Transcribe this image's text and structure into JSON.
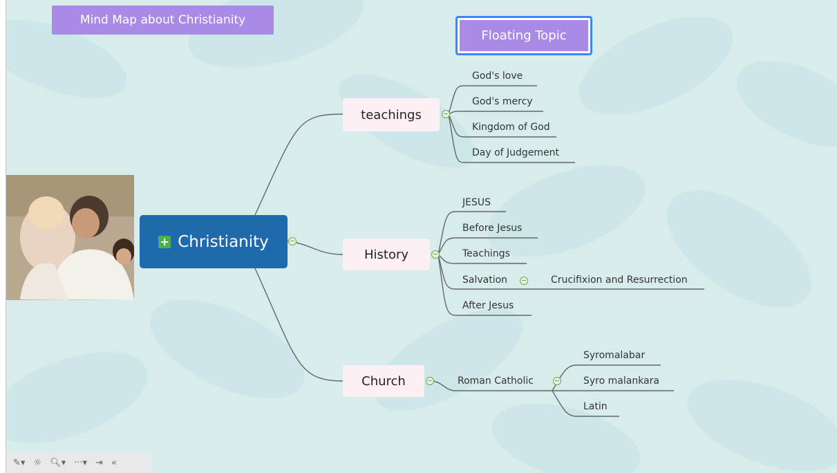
{
  "title": "Mind Map about Christianity",
  "floating_topic": "Floating Topic",
  "central": {
    "label": "Christianity",
    "expand_glyph": "+"
  },
  "topics": {
    "teachings": {
      "label": "teachings",
      "children": [
        "God's  love",
        "God's mercy",
        "Kingdom of God",
        "Day of Judgement"
      ]
    },
    "history": {
      "label": "History",
      "children": [
        "JESUS",
        "Before Jesus",
        "Teachings",
        "Salvation",
        "After Jesus"
      ],
      "salvation_child": "Crucifixion and Resurrection"
    },
    "church": {
      "label": "Church",
      "child": "Roman Catholic",
      "grandchildren": [
        "Syromalabar",
        "Syro malankara",
        "Latin"
      ]
    }
  },
  "toolbar": {
    "items": [
      {
        "icon": "pen-icon",
        "glyph": "✎▾"
      },
      {
        "icon": "bulb-icon",
        "glyph": "☼"
      },
      {
        "icon": "zoom-icon",
        "glyph": "🔍︎▾"
      },
      {
        "icon": "more-icon",
        "glyph": "···▾"
      },
      {
        "icon": "export-icon",
        "glyph": "⇥"
      },
      {
        "icon": "collapse-panel-icon",
        "glyph": "«"
      }
    ]
  },
  "colors": {
    "background": "#d9ecec",
    "central": "#1e6aac",
    "title": "#a98ae6",
    "topic_bg": "#fdf0f5",
    "selection": "#3d86f7",
    "collapse": "#6aa84f"
  }
}
